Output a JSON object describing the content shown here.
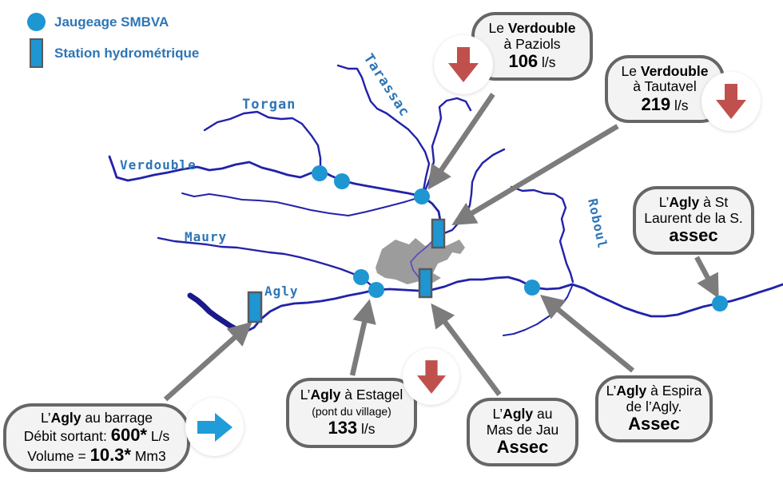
{
  "legend": {
    "items": [
      {
        "label": "Jaugeage SMBVA",
        "marker": "circle"
      },
      {
        "label": "Station hydrométrique",
        "marker": "rect"
      }
    ]
  },
  "map": {
    "river_labels": {
      "torgan": "Torgan",
      "tarassac": "Tarassac",
      "verdouble": "Verdouble",
      "maury": "Maury",
      "agly": "Agly",
      "roboul": "Roboul"
    },
    "gauge_count": 7,
    "station_count": 3
  },
  "callouts": [
    {
      "id": "paziols",
      "trend": "down",
      "lines": [
        [
          {
            "t": "Le ",
            "b": false
          },
          {
            "t": "Verdouble",
            "b": true
          }
        ],
        [
          {
            "t": "à Paziols",
            "b": false
          }
        ],
        [
          {
            "t": "106",
            "b": true,
            "big": true
          },
          {
            "t": " l/s",
            "b": false
          }
        ]
      ]
    },
    {
      "id": "tautavel",
      "trend": "down",
      "lines": [
        [
          {
            "t": "Le ",
            "b": false
          },
          {
            "t": "Verdouble",
            "b": true
          }
        ],
        [
          {
            "t": "à Tautavel",
            "b": false
          }
        ],
        [
          {
            "t": "219",
            "b": true,
            "big": true
          },
          {
            "t": " l/s",
            "b": false
          }
        ]
      ]
    },
    {
      "id": "st-laurent",
      "trend": "none",
      "lines": [
        [
          {
            "t": "L’",
            "b": false
          },
          {
            "t": "Agly",
            "b": true
          },
          {
            "t": " à St",
            "b": false
          }
        ],
        [
          {
            "t": "Laurent de la S.",
            "b": false
          }
        ],
        [
          {
            "t": "assec",
            "b": true,
            "big": true
          }
        ]
      ]
    },
    {
      "id": "estagel",
      "trend": "down",
      "lines": [
        [
          {
            "t": "L’",
            "b": false
          },
          {
            "t": "Agly",
            "b": true
          },
          {
            "t": " à Estagel",
            "b": false
          }
        ],
        [
          {
            "t": "(pont du village)",
            "b": false,
            "small": true
          }
        ],
        [
          {
            "t": "133",
            "b": true,
            "big": true
          },
          {
            "t": " l/s",
            "b": false
          }
        ]
      ]
    },
    {
      "id": "mas-de-jau",
      "trend": "none",
      "lines": [
        [
          {
            "t": "L’",
            "b": false
          },
          {
            "t": "Agly",
            "b": true
          },
          {
            "t": " au",
            "b": false
          }
        ],
        [
          {
            "t": "Mas de Jau",
            "b": false
          }
        ],
        [
          {
            "t": "Assec",
            "b": true,
            "big": true
          }
        ]
      ]
    },
    {
      "id": "espira",
      "trend": "none",
      "lines": [
        [
          {
            "t": "L’",
            "b": false
          },
          {
            "t": "Agly",
            "b": true
          },
          {
            "t": " à Espira",
            "b": false
          }
        ],
        [
          {
            "t": "de l’Agly.",
            "b": false
          }
        ],
        [
          {
            "t": "Assec",
            "b": true,
            "big": true
          }
        ]
      ]
    },
    {
      "id": "barrage",
      "trend": "right",
      "lines": [
        [
          {
            "t": "L’",
            "b": false
          },
          {
            "t": "Agly",
            "b": true
          },
          {
            "t": " au barrage",
            "b": false
          }
        ],
        [
          {
            "t": "Débit sortant: ",
            "b": false
          },
          {
            "t": "600*",
            "b": true,
            "big": true
          },
          {
            "t": " L/s",
            "b": false
          }
        ],
        [
          {
            "t": "Volume = ",
            "b": false
          },
          {
            "t": "10.3*",
            "b": true,
            "big": true
          },
          {
            "t": " Mm3",
            "b": false
          }
        ]
      ]
    }
  ],
  "colors": {
    "gauge_blue": "#1E96D2",
    "label_blue": "#2E75B6",
    "river_blue": "#2222AA",
    "trend_down_red": "#C0504D",
    "trend_right_blue": "#209CD8",
    "arrow_gray": "#7C7C7C",
    "bubble_fill": "#F3F3F3",
    "bubble_border": "#666666",
    "town_gray": "#9C9C9C"
  }
}
